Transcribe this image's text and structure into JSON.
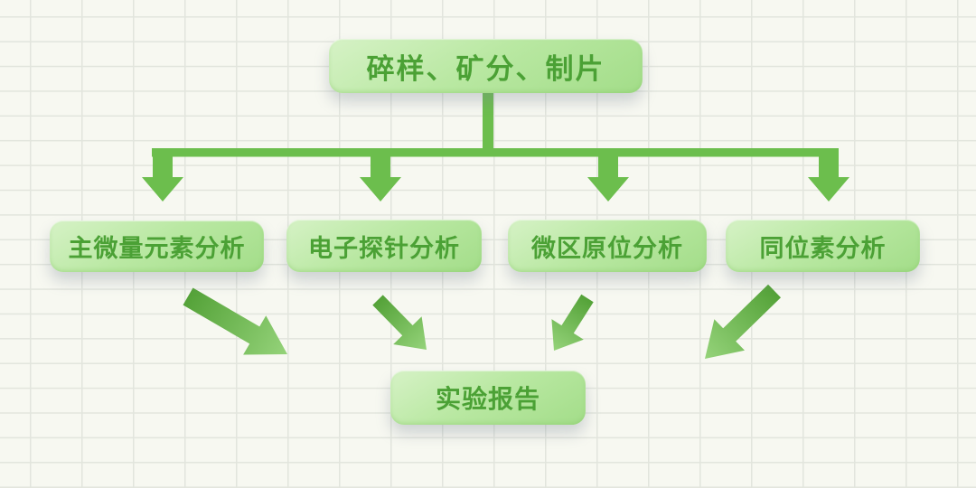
{
  "flowchart": {
    "root": {
      "label": "碎样、矿分、制片"
    },
    "branches": [
      {
        "id": "major-trace-element",
        "label": "主微量元素分析"
      },
      {
        "id": "electron-probe",
        "label": "电子探针分析"
      },
      {
        "id": "micro-in-situ",
        "label": "微区原位分析"
      },
      {
        "id": "isotope",
        "label": "同位素分析"
      }
    ],
    "sink": {
      "label": "实验报告"
    },
    "colors": {
      "background": "#f7f8f1",
      "grid_line": "#e2e5dd",
      "box_gradient_top": "#d6f2c6",
      "box_gradient_bottom": "#a3dd89",
      "box_text": "#4ba135",
      "connector": "#6cbe4d",
      "arrow_gradient_dark": "#54a238",
      "arrow_gradient_light": "#95d37a"
    }
  }
}
